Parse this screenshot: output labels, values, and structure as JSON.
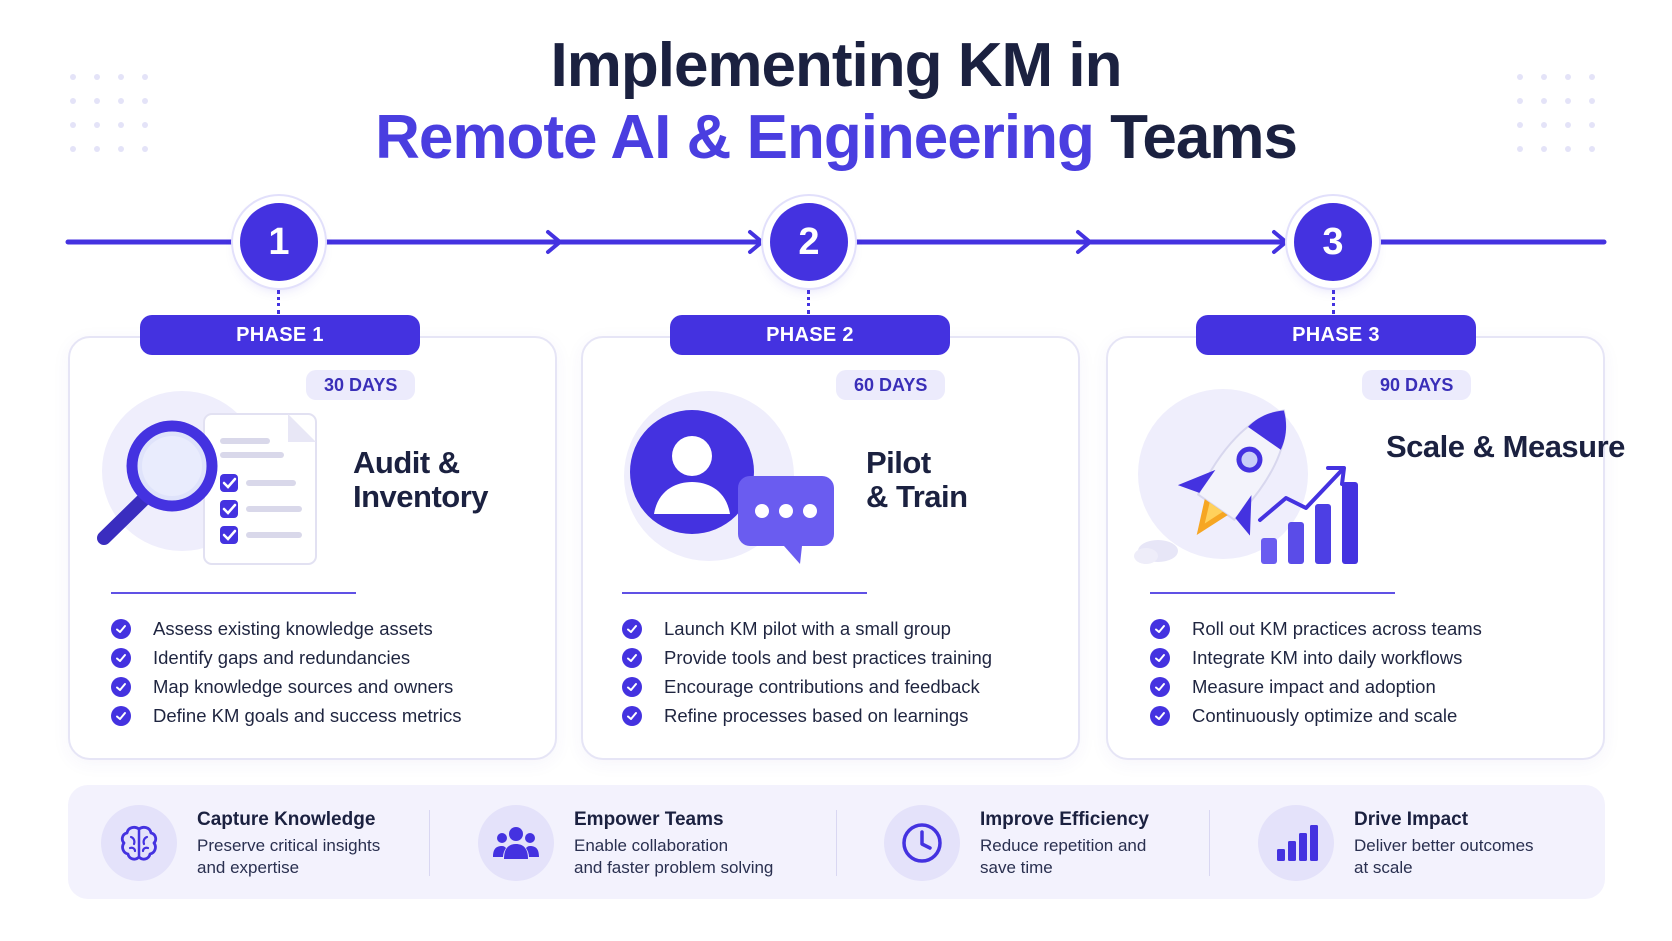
{
  "title": {
    "line1": "Implementing KM in",
    "line2_accent": "Remote AI & Engineering",
    "line2_dark": "Teams"
  },
  "phases": [
    {
      "number": "1",
      "label": "PHASE 1",
      "duration": "30 DAYS",
      "title_line1": "Audit &",
      "title_line2": "Inventory",
      "icon": "magnifier-document-icon",
      "items": [
        "Assess existing knowledge assets",
        "Identify gaps and redundancies",
        "Map knowledge sources and owners",
        "Define KM goals and success metrics"
      ]
    },
    {
      "number": "2",
      "label": "PHASE 2",
      "duration": "60 DAYS",
      "title_line1": "Pilot",
      "title_line2": "& Train",
      "icon": "user-chat-icon",
      "items": [
        "Launch KM pilot with a small group",
        "Provide tools and best practices training",
        "Encourage contributions and feedback",
        "Refine processes based on learnings"
      ]
    },
    {
      "number": "3",
      "label": "PHASE 3",
      "duration": "90 DAYS",
      "title_line1": "Scale & Measure",
      "title_line2": "",
      "icon": "rocket-growth-chart-icon",
      "items": [
        "Roll out KM practices across teams",
        "Integrate KM into daily workflows",
        "Measure impact and adoption",
        "Continuously optimize and scale"
      ]
    }
  ],
  "features": [
    {
      "title": "Capture Knowledge",
      "desc_line1": "Preserve critical insights",
      "desc_line2": "and expertise",
      "icon": "brain-icon"
    },
    {
      "title": "Empower Teams",
      "desc_line1": "Enable collaboration",
      "desc_line2": "and faster problem solving",
      "icon": "team-icon"
    },
    {
      "title": "Improve Efficiency",
      "desc_line1": "Reduce repetition and",
      "desc_line2": "save time",
      "icon": "clock-icon"
    },
    {
      "title": "Drive Impact",
      "desc_line1": "Deliver better outcomes",
      "desc_line2": "at scale",
      "icon": "bar-chart-icon"
    }
  ],
  "colors": {
    "accent": "#4432e0",
    "dark_text": "#1b2140",
    "soft_bg": "#f3f2fd"
  }
}
